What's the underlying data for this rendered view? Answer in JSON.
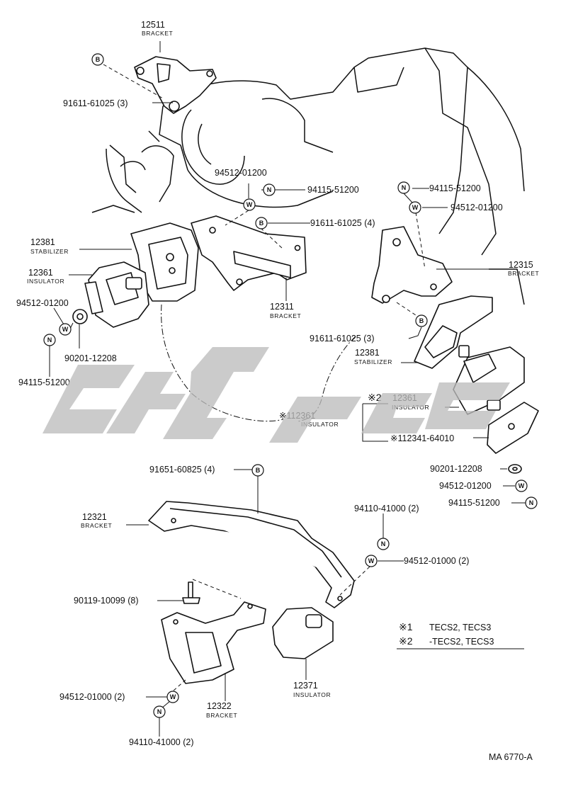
{
  "parts": {
    "p12511": {
      "num": "12511",
      "sub": "BRACKET"
    },
    "p91611_top": {
      "num": "91611-61025 (3)"
    },
    "p94512_top": {
      "num": "94512-01200"
    },
    "p94115_top": {
      "num": "94115-51200"
    },
    "p91611_mid": {
      "num": "91611-61025 (4)"
    },
    "p12381_left": {
      "num": "12381",
      "sub": "STABILIZER"
    },
    "p12361_left": {
      "num": "12361",
      "sub": "INSULATOR"
    },
    "p94512_left": {
      "num": "94512-01200"
    },
    "p90201_left": {
      "num": "90201-12208"
    },
    "p94115_left": {
      "num": "94115-51200"
    },
    "p12311": {
      "num": "12311",
      "sub": "BRACKET"
    },
    "p94115_right": {
      "num": "94115-51200"
    },
    "p94512_right": {
      "num": "94512-01200"
    },
    "p12315": {
      "num": "12315",
      "sub": "BRACKET"
    },
    "p91611_right": {
      "num": "91611-61025 (3)"
    },
    "p12381_right": {
      "num": "12381",
      "sub": "STABILIZER"
    },
    "p12361_right": {
      "mark": "※2",
      "num": "12361",
      "sub": "INSULATOR"
    },
    "p112361": {
      "num": "※112361",
      "sub": "INSULATOR"
    },
    "p112341": {
      "num": "※112341-64010"
    },
    "p90201_right": {
      "num": "90201-12208"
    },
    "p94512_right2": {
      "num": "94512-01200"
    },
    "p94115_right2": {
      "num": "94115-51200"
    },
    "p91651": {
      "num": "91651-60825 (4)"
    },
    "p12321": {
      "num": "12321",
      "sub": "BRACKET"
    },
    "p94110_right": {
      "num": "94110-41000 (2)"
    },
    "p94512_low": {
      "num": "94512-01000 (2)"
    },
    "p90119": {
      "num": "90119-10099 (8)"
    },
    "p94512_bot": {
      "num": "94512-01000 (2)"
    },
    "p94110_bot": {
      "num": "94110-41000 (2)"
    },
    "p12322": {
      "num": "12322",
      "sub": "BRACKET"
    },
    "p12371": {
      "num": "12371",
      "sub": "INSULATOR"
    }
  },
  "symbols": {
    "bolt": "B",
    "nut": "N",
    "washer": "W"
  },
  "notes": [
    {
      "mark": "※1",
      "text": "TECS2, TECS3"
    },
    {
      "mark": "※2",
      "text": "-TECS2, TECS3"
    }
  ],
  "ref_code": "MA  6770-A",
  "watermark_color": "#bdbdbd"
}
